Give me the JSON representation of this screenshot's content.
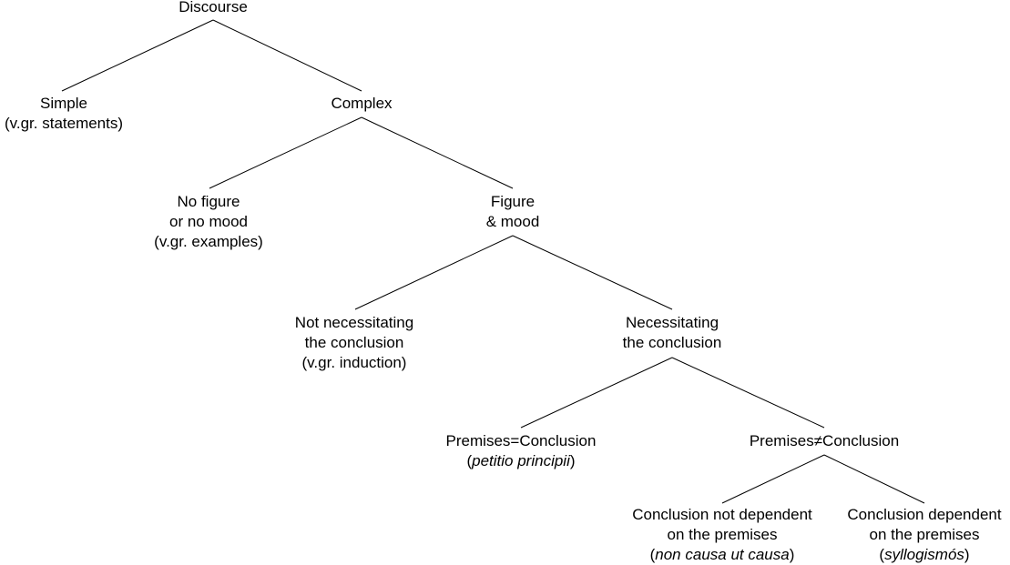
{
  "tree": {
    "discourse": {
      "lines": [
        "Discourse"
      ]
    },
    "simple": {
      "lines": [
        "Simple",
        "(v.gr. statements)"
      ]
    },
    "complex": {
      "lines": [
        "Complex"
      ]
    },
    "no_figure": {
      "lines": [
        "No figure",
        "or no mood",
        "(v.gr. examples)"
      ]
    },
    "figure_mood": {
      "lines": [
        "Figure",
        "& mood"
      ]
    },
    "not_necessitating": {
      "lines": [
        "Not necessitating",
        "the conclusion",
        "(v.gr. induction)"
      ]
    },
    "necessitating": {
      "lines": [
        "Necessitating",
        "the conclusion"
      ]
    },
    "premises_equal": {
      "line1": "Premises=Conclusion",
      "line2_pre": "(",
      "line2_italic": "petitio principii",
      "line2_post": ")"
    },
    "premises_not_equal": {
      "line1_left": "Premises",
      "line1_symbol": "≠",
      "line1_right": "Conclusion"
    },
    "not_dependent": {
      "lines": [
        "Conclusion not dependent",
        "on the premises"
      ],
      "line3_pre": "(",
      "line3_italic": "non causa ut causa",
      "line3_post": ")"
    },
    "dependent": {
      "lines": [
        "Conclusion dependent",
        "on the premises"
      ],
      "line3_pre": "(",
      "line3_italic": "syllogismós",
      "line3_post": ")"
    }
  }
}
